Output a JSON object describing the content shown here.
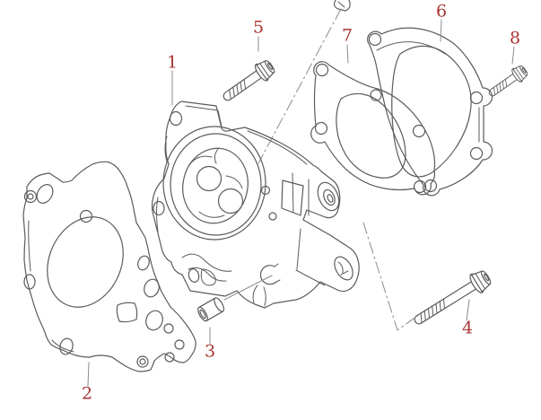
{
  "figure": {
    "kind": "exploded-parts-diagram",
    "background_color": "#ffffff",
    "line_color": "#5b5b5b",
    "leader_color": "#8b8b8b",
    "callout_color": "#a93434",
    "callouts": [
      {
        "num": "1"
      },
      {
        "num": "2"
      },
      {
        "num": "3"
      },
      {
        "num": "4"
      },
      {
        "num": "5"
      },
      {
        "num": "6"
      },
      {
        "num": "7"
      },
      {
        "num": "8"
      }
    ]
  }
}
